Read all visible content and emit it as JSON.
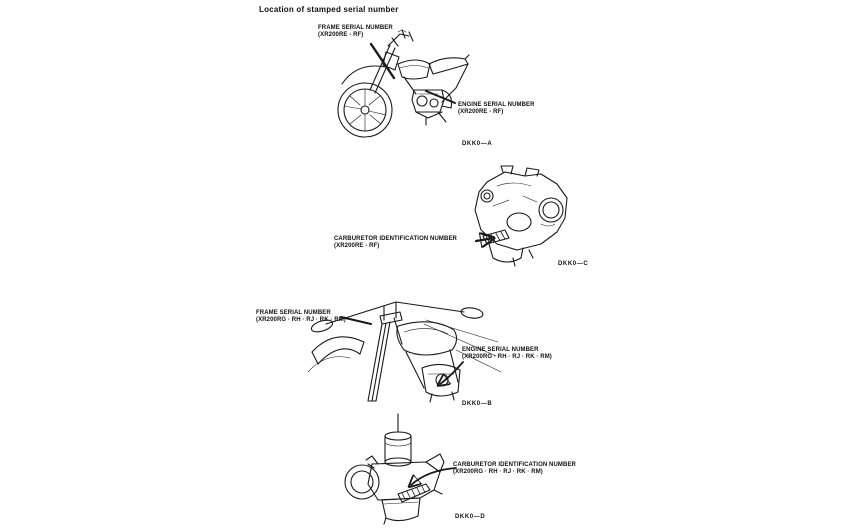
{
  "page_title": "Location of stamped serial number",
  "colors": {
    "ink": "#1a1a1a",
    "paper": "#ffffff"
  },
  "figures": {
    "a": {
      "caption": "DKK0—A",
      "frame_label": {
        "line1": "FRAME SERIAL NUMBER",
        "line2": "(XR200RE - RF)"
      },
      "engine_label": {
        "line1": "ENGINE SERIAL NUMBER",
        "line2": "(XR200RE - RF)"
      }
    },
    "c": {
      "caption": "DKK0—C",
      "carb_label": {
        "line1": "CARBURETOR IDENTIFICATION NUMBER",
        "line2": "(XR200RE - RF)"
      }
    },
    "b": {
      "caption": "DKK0—B",
      "frame_label": {
        "line1": "FRAME SERIAL NUMBER",
        "line2": "(XR200RG · RH · RJ · RK · RM)"
      },
      "engine_label": {
        "line1": "ENGINE SERIAL NUMBER",
        "line2": "(XR200RG · RH · RJ · RK · RM)"
      }
    },
    "d": {
      "caption": "DKK0—D",
      "carb_label": {
        "line1": "CARBURETOR IDENTIFICATION NUMBER",
        "line2": "(XR200RG · RH · RJ · RK · RM)"
      }
    }
  }
}
